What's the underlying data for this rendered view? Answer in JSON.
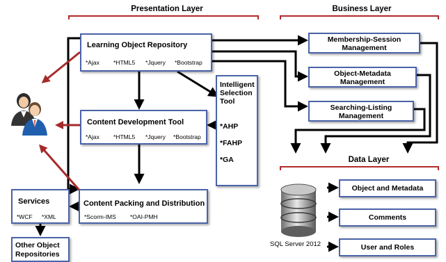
{
  "layers": {
    "presentation": "Presentation Layer",
    "business": "Business Layer",
    "data": "Data Layer"
  },
  "presentation": {
    "learning_object_repository": {
      "title": "Learning Object Repository",
      "tech": [
        "*Ajax",
        "*HTML5",
        "*Jquery",
        "*Bootstrap"
      ]
    },
    "content_development_tool": {
      "title": "Content Development Tool",
      "tech": [
        "*Ajax",
        "*HTML5",
        "*Jquery",
        "*Bootstrap"
      ]
    },
    "content_packing": {
      "title": "Content Packing and Distribution",
      "tech": [
        "*Scorm-IMS",
        "*OAI-PMH"
      ]
    },
    "services": {
      "title": "Services",
      "tech": [
        "*WCF",
        "*XML"
      ]
    },
    "other_repositories": {
      "line1": "Other Object",
      "line2": "Repositories"
    },
    "intelligent_selection": {
      "line1": "Intelligent",
      "line2": "Selection",
      "line3": "Tool",
      "algorithms": [
        "*AHP",
        "*FAHP",
        "*GA"
      ]
    }
  },
  "business": {
    "membership": {
      "line1": "Membership-Session",
      "line2": "Management"
    },
    "object_metadata": {
      "line1": "Object-Metadata",
      "line2": "Management"
    },
    "searching": {
      "line1": "Searching-Listing",
      "line2": "Management"
    }
  },
  "data": {
    "server_label": "SQL Server 2012",
    "tables": [
      "Object and Metadata",
      "Comments",
      "User and Roles"
    ]
  },
  "colors": {
    "box_border": "#4a63a8",
    "bracket": "#b22a2a",
    "user_arrow": "#a52a2a",
    "arrow": "#000000"
  },
  "icons": {
    "users": "users-icon",
    "database": "database-icon"
  }
}
